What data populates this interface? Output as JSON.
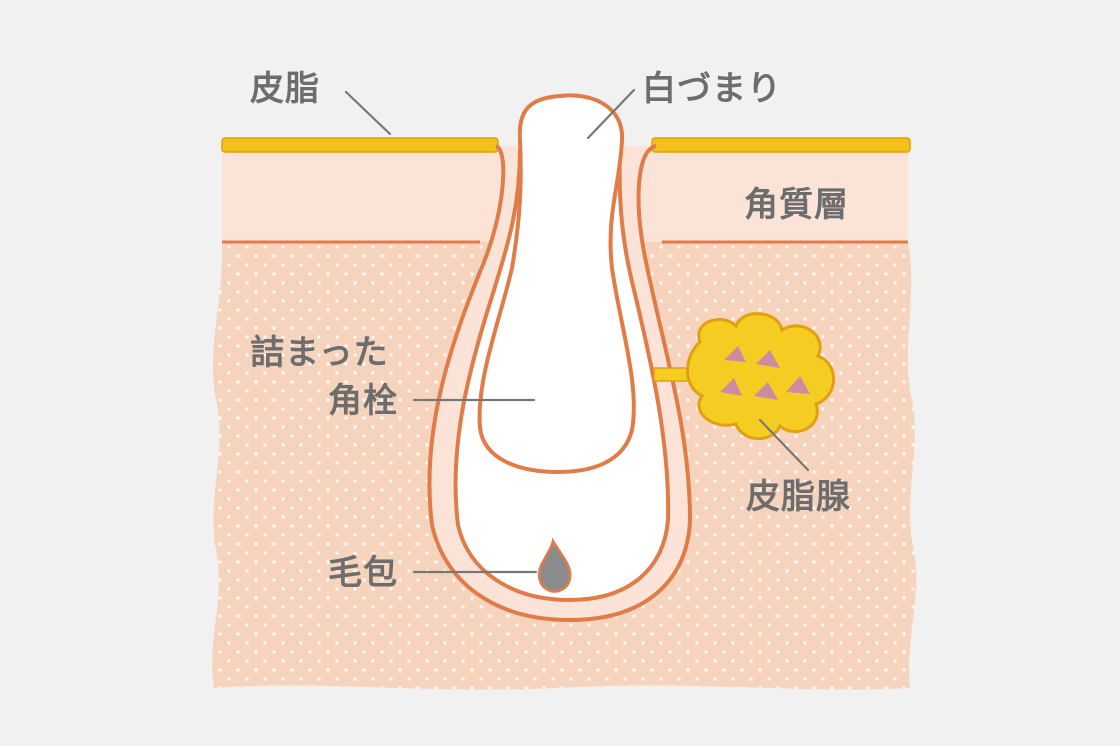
{
  "labels": {
    "sebum": "皮脂",
    "whitehead": "白づまり",
    "stratum_corneum": "角質層",
    "clogged_line1": "詰まった",
    "clogged_line2": "角栓",
    "sebaceous_gland": "皮脂腺",
    "hair_follicle": "毛包"
  },
  "colors": {
    "background": "#f1f1f1",
    "dermis": "#f6d3bd",
    "dermis_dots": "#ffffff",
    "stratum_corneum": "#fbe4d7",
    "outline": "#e07c48",
    "sebum_yellow": "#f2c21b",
    "gland_yellow": "#f5cd22",
    "gland_inner": "#c98ca0",
    "plug_white": "#ffffff",
    "hair_gray": "#8b8b8b",
    "label_gray": "#6d6d6d"
  }
}
